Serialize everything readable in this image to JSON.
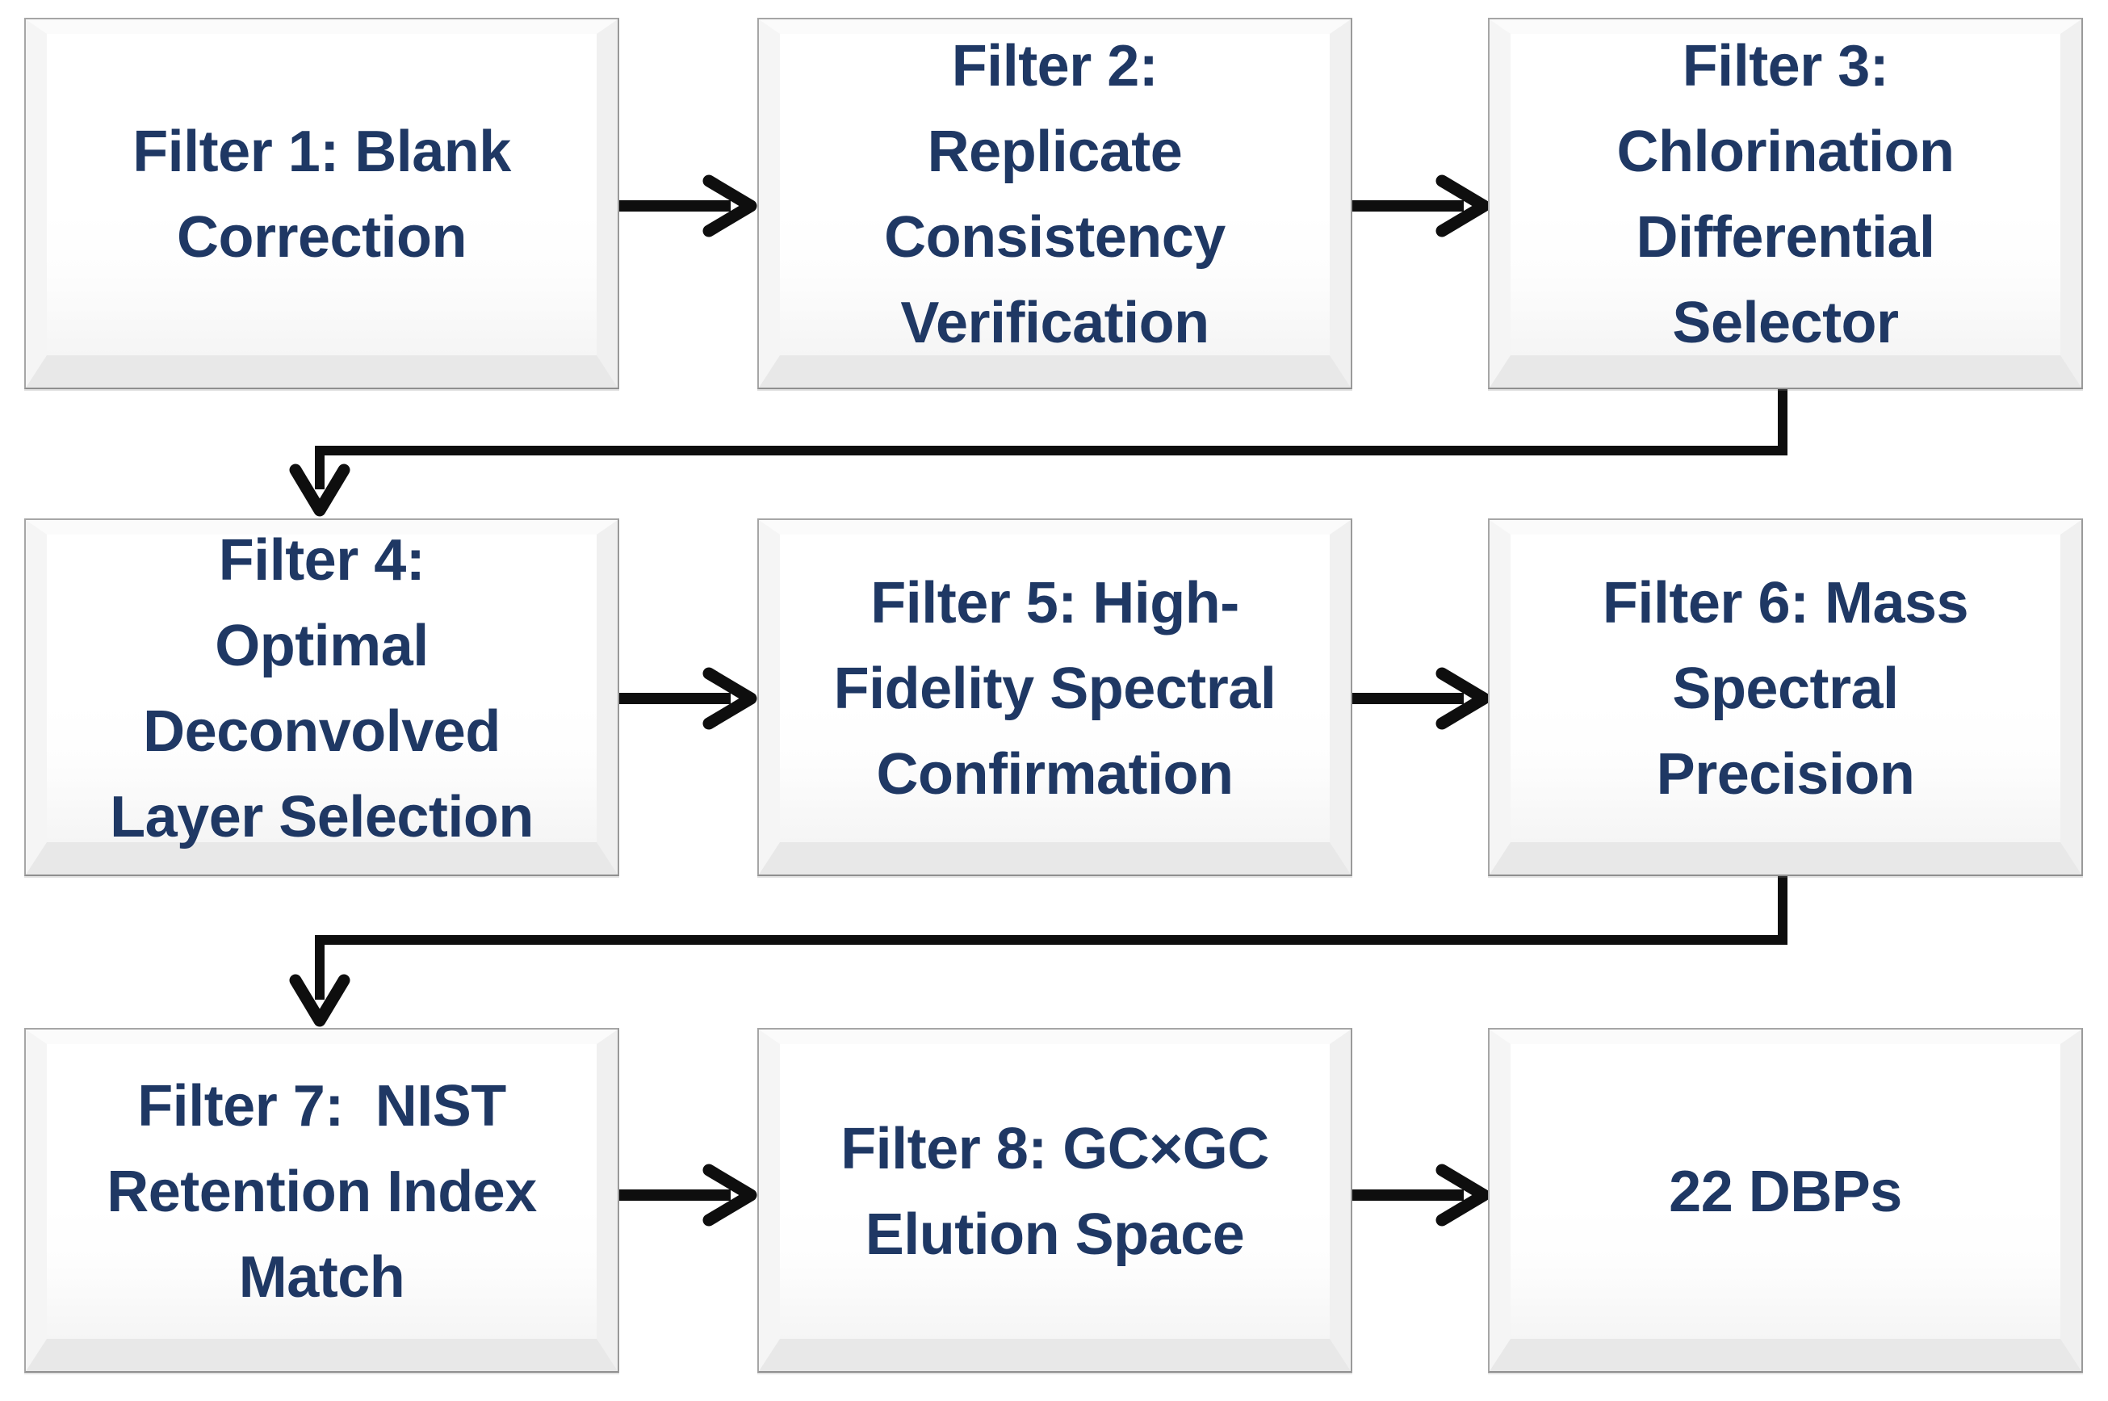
{
  "diagram_type": "flowchart",
  "boxes": [
    {
      "id": "filter-1",
      "label": "Filter 1: Blank\nCorrection"
    },
    {
      "id": "filter-2",
      "label": "Filter 2:\nReplicate\nConsistency\nVerification"
    },
    {
      "id": "filter-3",
      "label": "Filter 3:\nChlorination\nDifferential\nSelector"
    },
    {
      "id": "filter-4",
      "label": "Filter 4:\nOptimal\nDeconvolved\nLayer Selection"
    },
    {
      "id": "filter-5",
      "label": "Filter 5: High-\nFidelity Spectral\nConfirmation"
    },
    {
      "id": "filter-6",
      "label": "Filter 6: Mass\nSpectral\nPrecision"
    },
    {
      "id": "filter-7",
      "label": "Filter 7:  NIST\nRetention Index\nMatch"
    },
    {
      "id": "filter-8",
      "label": "Filter 8: GC×GC\nElution Space"
    },
    {
      "id": "result-22-dbps",
      "label": "22 DBPs"
    }
  ],
  "edges": [
    {
      "from": "filter-1",
      "to": "filter-2"
    },
    {
      "from": "filter-2",
      "to": "filter-3"
    },
    {
      "from": "filter-3",
      "to": "filter-4"
    },
    {
      "from": "filter-4",
      "to": "filter-5"
    },
    {
      "from": "filter-5",
      "to": "filter-6"
    },
    {
      "from": "filter-6",
      "to": "filter-7"
    },
    {
      "from": "filter-7",
      "to": "filter-8"
    },
    {
      "from": "filter-8",
      "to": "result-22-dbps"
    }
  ],
  "colors": {
    "box_text": "#1f3864",
    "box_fill": "#ffffff",
    "box_border": "#a6a6a6",
    "bevel_shade": "#e8e8e8",
    "arrow": "#0e0e0e",
    "background": "#ffffff"
  }
}
